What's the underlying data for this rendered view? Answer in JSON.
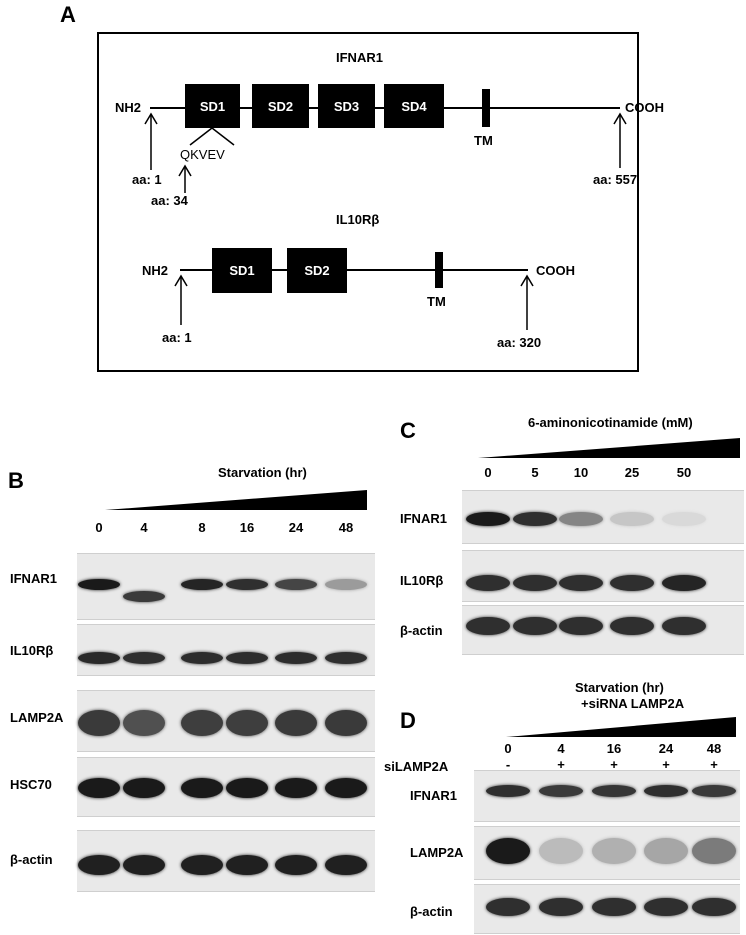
{
  "panel_a": {
    "letter": "A",
    "ifnar1": {
      "title": "IFNAR1",
      "n_term": "NH2",
      "c_term": "COOH",
      "domains": [
        "SD1",
        "SD2",
        "SD3",
        "SD4"
      ],
      "tm": "TM",
      "motif": "QKVEV",
      "aa_start": "aa: 1",
      "aa_motif": "aa: 34",
      "aa_end": "aa: 557"
    },
    "il10rb": {
      "title": "IL10Rβ",
      "n_term": "NH2",
      "c_term": "COOH",
      "domains": [
        "SD1",
        "SD2"
      ],
      "tm": "TM",
      "aa_start": "aa: 1",
      "aa_end": "aa: 320"
    }
  },
  "panel_b": {
    "letter": "B",
    "treatment": "Starvation (hr)",
    "lanes": [
      "0",
      "4",
      "8",
      "16",
      "24",
      "48"
    ],
    "rows": [
      "IFNAR1",
      "IL10Rβ",
      "LAMP2A",
      "HSC70",
      "β-actin"
    ]
  },
  "panel_c": {
    "letter": "C",
    "treatment": "6-aminonicotinamide (mM)",
    "lanes": [
      "0",
      "5",
      "10",
      "25",
      "50"
    ],
    "rows": [
      "IFNAR1",
      "IL10Rβ",
      "β-actin"
    ]
  },
  "panel_d": {
    "letter": "D",
    "treatment_line1": "Starvation (hr)",
    "treatment_line2": "+siRNA LAMP2A",
    "lanes": [
      "0",
      "4",
      "16",
      "24",
      "48"
    ],
    "si_label": "siLAMP2A",
    "si_signs": [
      "-",
      "+",
      "+",
      "+",
      "+"
    ],
    "rows": [
      "IFNAR1",
      "LAMP2A",
      "β-actin"
    ]
  }
}
